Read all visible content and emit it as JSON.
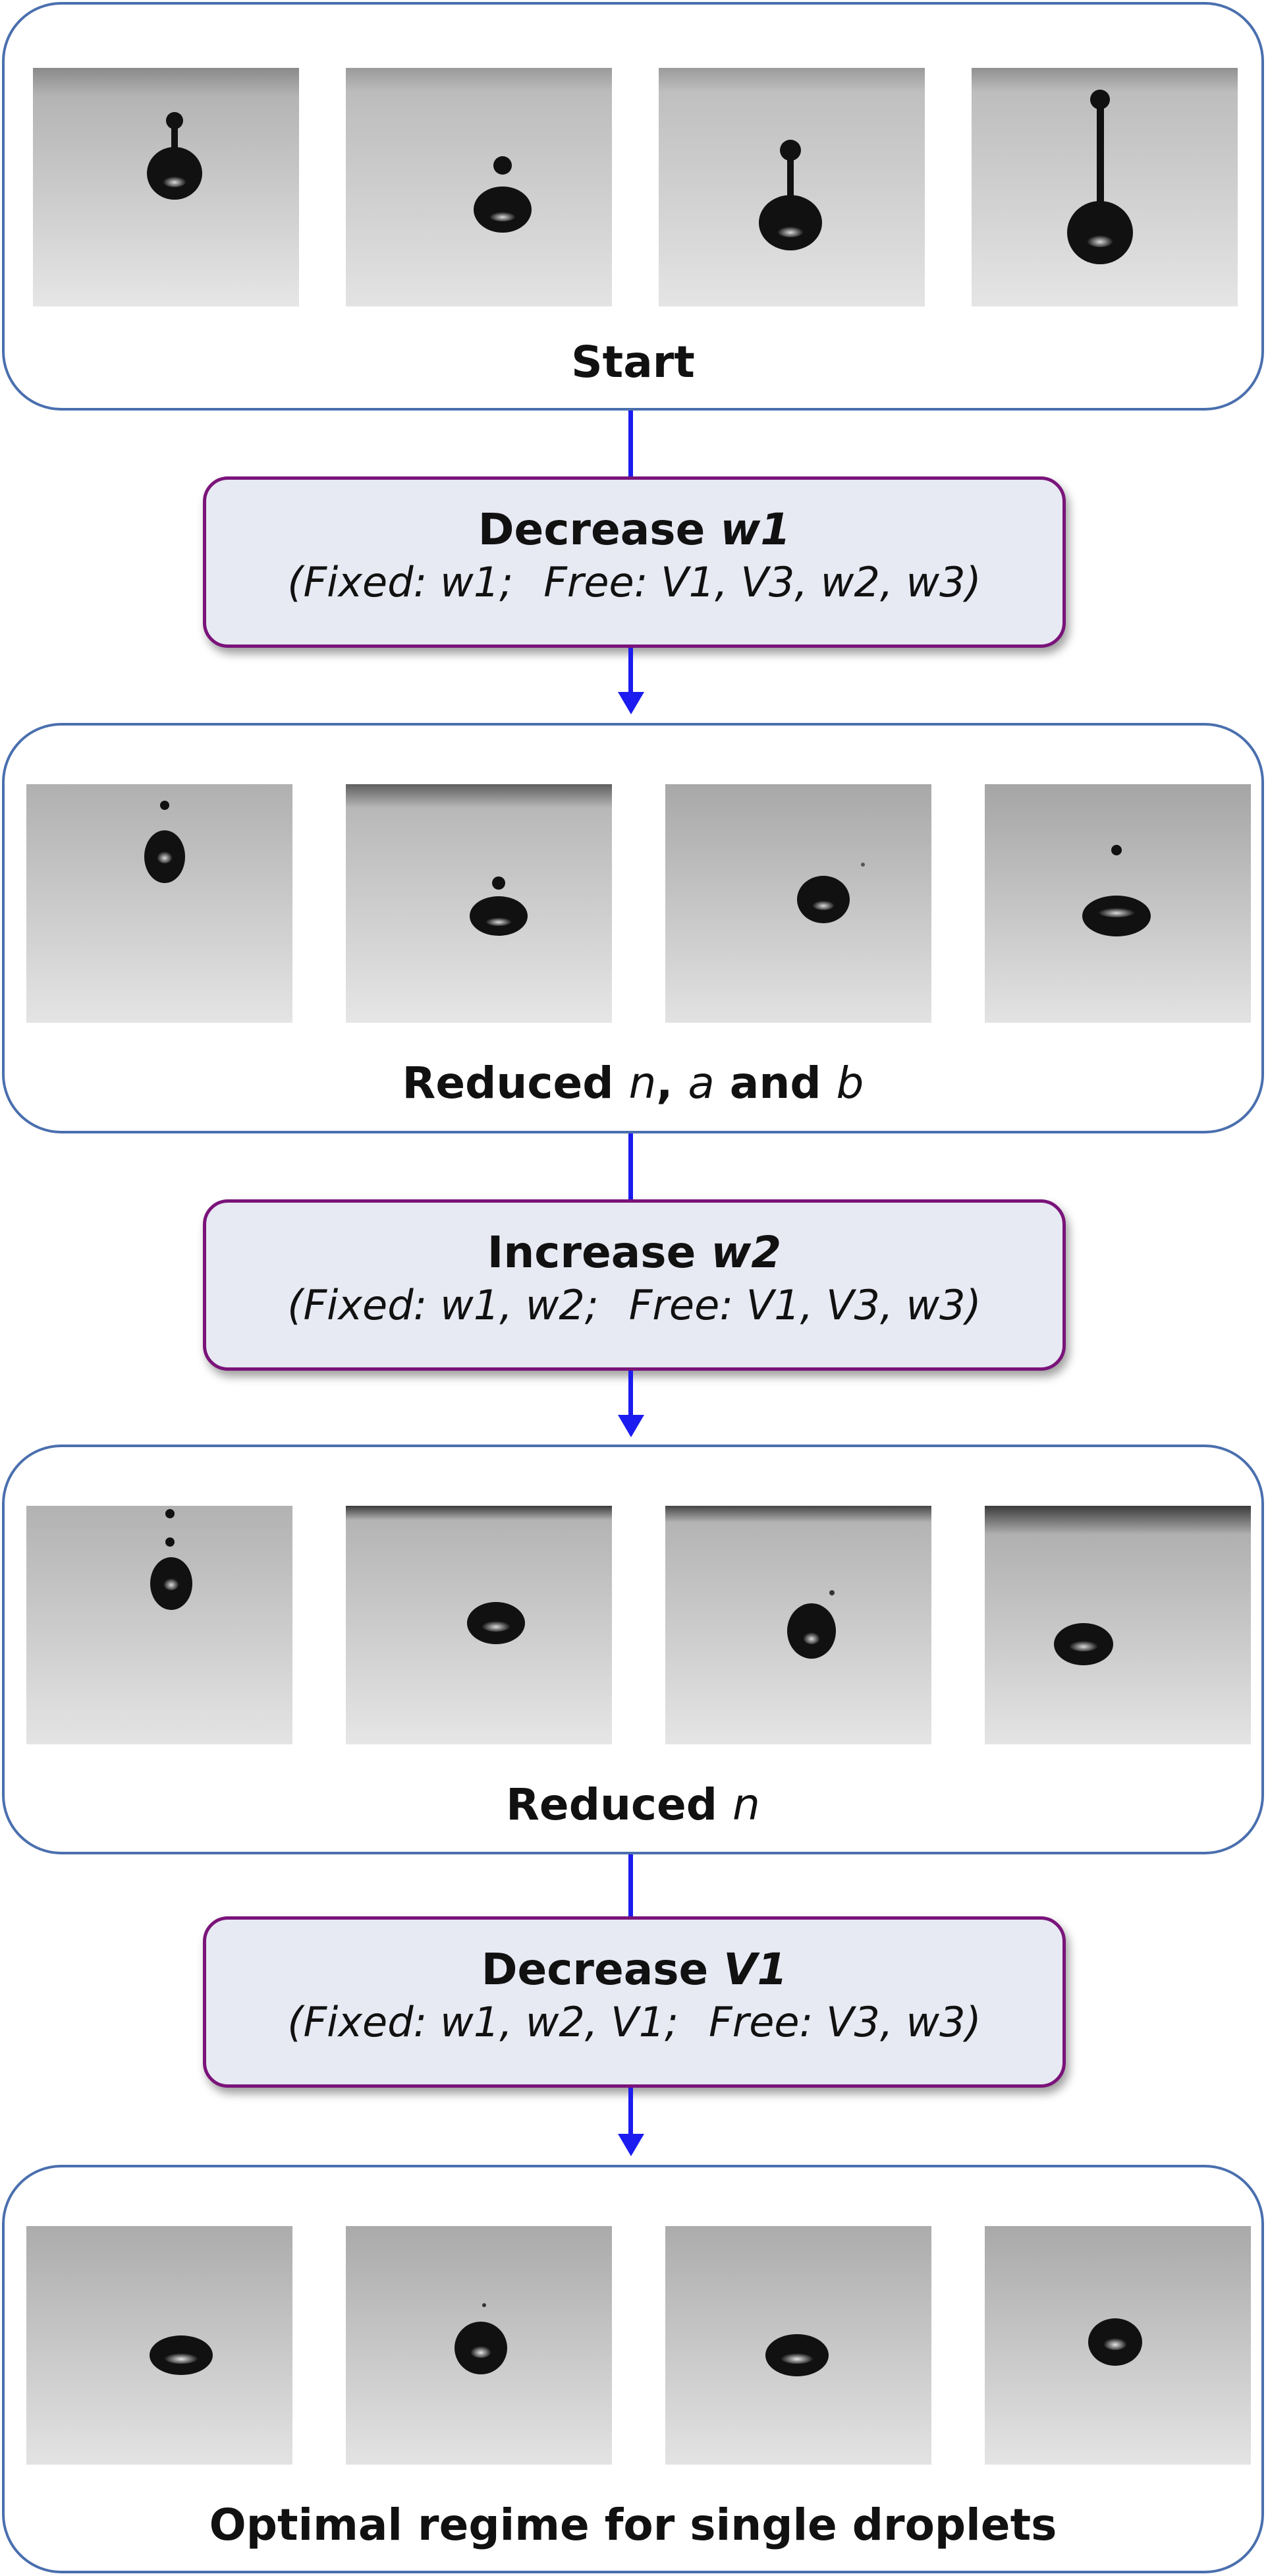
{
  "stages": [
    {
      "title": "Start",
      "title_parts": []
    },
    {
      "title": "",
      "title_parts": [
        {
          "t": "Reduced ",
          "i": false
        },
        {
          "t": "n",
          "i": true
        },
        {
          "t": ", ",
          "i": false
        },
        {
          "t": "a",
          "i": true
        },
        {
          "t": " and ",
          "i": false
        },
        {
          "t": "b",
          "i": true
        }
      ]
    },
    {
      "title": "",
      "title_parts": [
        {
          "t": "Reduced ",
          "i": false
        },
        {
          "t": "n",
          "i": true
        }
      ]
    },
    {
      "title": "Optimal regime for single droplets",
      "title_parts": []
    }
  ],
  "steps": [
    {
      "action": "Decrease ",
      "variable": "w1",
      "fixed": "(Fixed: w1;",
      "free": "Free: V1, V3, w2, w3)"
    },
    {
      "action": "Increase ",
      "variable": "w2",
      "fixed": "(Fixed: w1, w2;",
      "free": "Free: V1, V3, w3)"
    },
    {
      "action": "Decrease ",
      "variable": "V1",
      "fixed": "(Fixed: w1, w2, V1;",
      "free": "Free: V3, w3)"
    }
  ],
  "colors": {
    "panel_border": "#4a6fae",
    "step_border": "#7a137a",
    "step_fill": "#e7e9f3",
    "connector": "#1c1cf0"
  }
}
